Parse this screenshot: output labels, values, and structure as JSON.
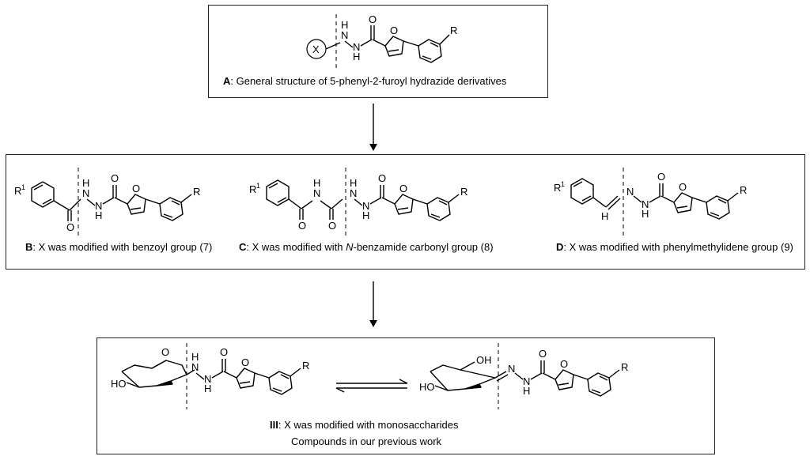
{
  "atoms": {
    "X": "X",
    "N": "N",
    "H": "H",
    "O": "O",
    "R": "R",
    "R1": "R",
    "sup1": "1",
    "HO": "HO",
    "OH": "OH"
  },
  "panel_A": {
    "label": "A",
    "text": ": General structure of 5-phenyl-2-furoyl hydrazide derivatives"
  },
  "panel_B": {
    "label": "B",
    "text": ": X was modified with benzoyl group (7)"
  },
  "panel_C": {
    "label": "C",
    "text_pre": ": X was modified with ",
    "text_italic": "N",
    "text_post": "-benzamide carbonyl group (8)"
  },
  "panel_D": {
    "label": "D",
    "text": ": X was modified with phenylmethylidene group (9)"
  },
  "panel_III": {
    "label": "III",
    "text": ": X was modified with monosaccharides",
    "line2": "Compounds in our previous work"
  }
}
